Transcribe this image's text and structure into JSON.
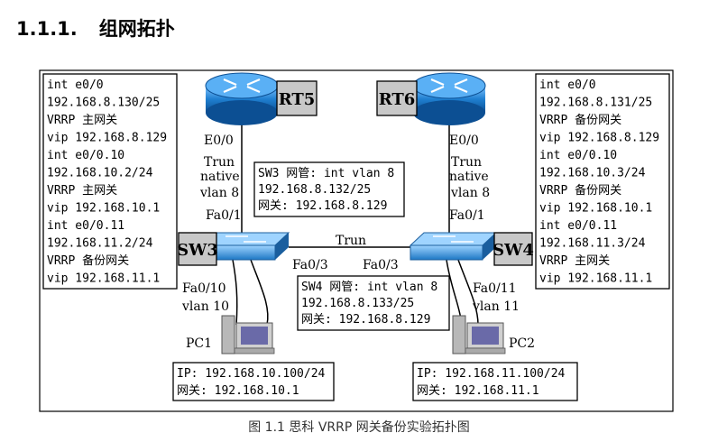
{
  "heading": {
    "number": "1.1.1.",
    "title": "组网拓扑"
  },
  "devices": {
    "rt5": "RT5",
    "rt6": "RT6",
    "sw3": "SW3",
    "sw4": "SW4",
    "pc1": "PC1",
    "pc2": "PC2"
  },
  "links": {
    "rt5_port": "E0/0",
    "rt5_trunk": "Trun",
    "rt5_native": "native",
    "rt5_vlan": "vlan 8",
    "rt6_port": "E0/0",
    "rt6_trunk": "Trun",
    "rt6_native": "native",
    "rt6_vlan": "vlan 8",
    "sw3_up": "Fa0/1",
    "sw4_up": "Fa0/1",
    "sw_trunk": "Trun",
    "sw3_fa03": "Fa0/3",
    "sw4_fa03": "Fa0/3",
    "sw3_fa010": "Fa0/10",
    "sw3_vlan": "vlan 10",
    "sw4_fa011": "Fa0/11",
    "sw4_vlan": "vlan 11"
  },
  "rt5_config": [
    "int e0/0",
    " 192.168.8.130/25",
    " VRRP 主网关",
    " vip 192.168.8.129",
    "int e0/0.10",
    " 192.168.10.2/24",
    " VRRP 主网关",
    " vip 192.168.10.1",
    "int e0/0.11",
    " 192.168.11.2/24",
    " VRRP 备份网关",
    " vip 192.168.11.1"
  ],
  "rt6_config": [
    "int e0/0",
    " 192.168.8.131/25",
    " VRRP 备份网关",
    " vip 192.168.8.129",
    "int e0/0.10",
    " 192.168.10.3/24",
    " VRRP 备份网关",
    " vip 192.168.10.1",
    "int e0/0.11",
    " 192.168.11.3/24",
    " VRRP 主网关",
    " vip 192.168.11.1"
  ],
  "sw3_mgmt": [
    "SW3 网管: int vlan 8",
    "   192.168.8.132/25",
    " 网关: 192.168.8.129"
  ],
  "sw4_mgmt": [
    "SW4 网管: int vlan 8",
    "   192.168.8.133/25",
    "  网关: 192.168.8.129"
  ],
  "pc1_info": [
    "IP: 192.168.10.100/24",
    "网关: 192.168.10.1"
  ],
  "pc2_info": [
    "IP: 192.168.11.100/24",
    "网关: 192.168.11.1"
  ],
  "caption": "图 1.1    思科 VRRP 网关备份实验拓扑图",
  "colors": {
    "router_fill": "#1f7fd0",
    "switch_fill": "#2a8ad8",
    "label_box": "#c8c8c8",
    "pc_body": "#b8b8b8"
  }
}
